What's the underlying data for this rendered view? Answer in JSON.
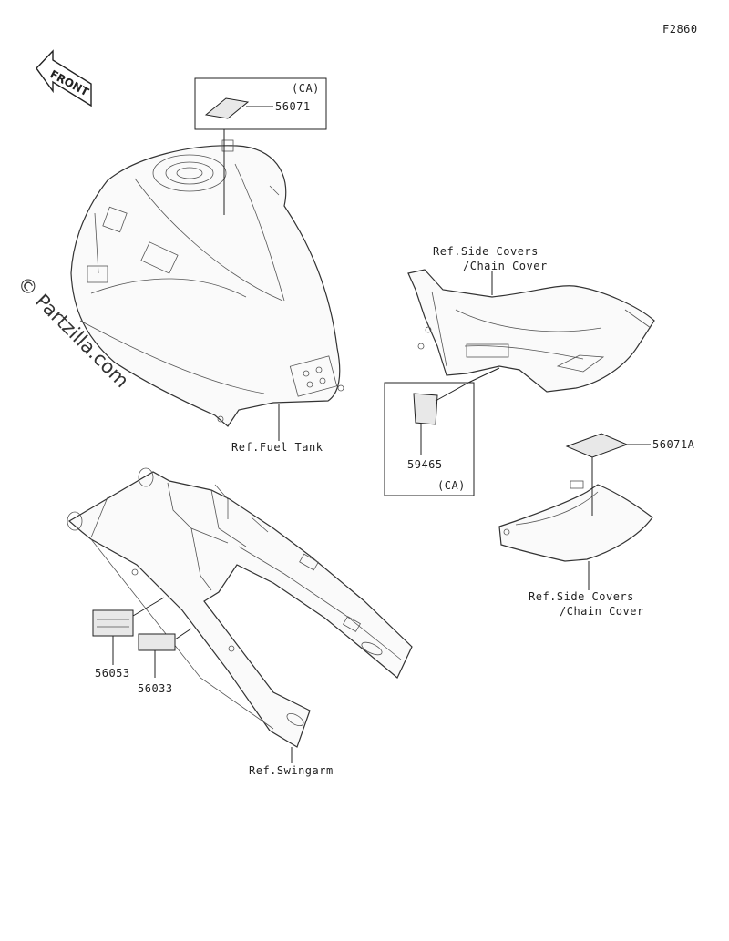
{
  "figure_code": "F2860",
  "front_label": "FRONT",
  "watermark": "© Partzilla.com",
  "labels": {
    "p56071": "56071",
    "ca_top": "(CA)",
    "ref_fuel_tank": "Ref.Fuel Tank",
    "ref_side_covers_1a": "Ref.Side Covers",
    "ref_side_covers_1b": "/Chain Cover",
    "p59465": "59465",
    "ca_mid": "(CA)",
    "p56071a": "56071A",
    "ref_side_covers_2a": "Ref.Side Covers",
    "ref_side_covers_2b": "/Chain Cover",
    "p56053": "56053",
    "p56033": "56033",
    "ref_swingarm": "Ref.Swingarm"
  }
}
